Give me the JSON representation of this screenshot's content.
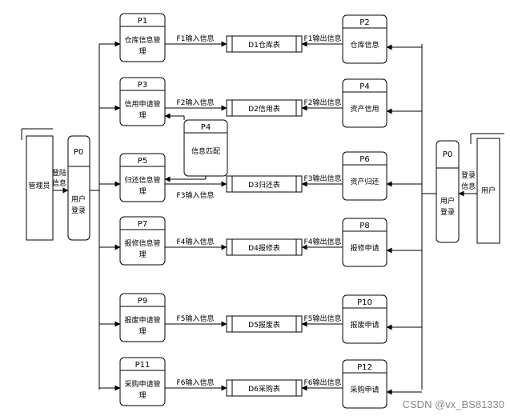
{
  "external_entities": {
    "admin": "管理员",
    "user": "用户"
  },
  "login": {
    "left": {
      "id": "P0",
      "label_lines": [
        "用户",
        "登录"
      ],
      "flow_lines": [
        "登陆",
        "信息"
      ]
    },
    "right": {
      "id": "P0",
      "label_lines": [
        "用户",
        "登录"
      ],
      "flow_lines": [
        "登录",
        "信息"
      ]
    }
  },
  "left_processes": [
    {
      "id": "P1",
      "label_lines": [
        "仓库信息管",
        "理"
      ]
    },
    {
      "id": "P3",
      "label_lines": [
        "信用申请管",
        "理"
      ]
    },
    {
      "id": "P5",
      "label_lines": [
        "归还信息管",
        "理"
      ]
    },
    {
      "id": "P7",
      "label_lines": [
        "报修信息管",
        "理"
      ]
    },
    {
      "id": "P9",
      "label_lines": [
        "报废申请管",
        "理"
      ]
    },
    {
      "id": "P11",
      "label_lines": [
        "采购申请管",
        "理"
      ]
    }
  ],
  "right_processes": [
    {
      "id": "P2",
      "label": "仓库信息"
    },
    {
      "id": "P4",
      "label": "资产信用"
    },
    {
      "id": "P6",
      "label": "资产归还"
    },
    {
      "id": "P8",
      "label": "报修申请"
    },
    {
      "id": "P10",
      "label": "报废申请"
    },
    {
      "id": "P12",
      "label": "采购申请"
    }
  ],
  "middle_process": {
    "id": "P4",
    "label": "信息匹配"
  },
  "data_stores": [
    {
      "id": "D1",
      "label": "D1仓库表"
    },
    {
      "id": "D2",
      "label": "D2信用表"
    },
    {
      "id": "D3",
      "label": "D3归还表"
    },
    {
      "id": "D4",
      "label": "D4报修表"
    },
    {
      "id": "D5",
      "label": "D5报废表"
    },
    {
      "id": "D6",
      "label": "D6采购表"
    }
  ],
  "input_flows": [
    "F1输入信息",
    "F2输入信息",
    "F3输入信息",
    "F4输入信息",
    "F5输入信息",
    "F6输入信息"
  ],
  "output_flows": [
    "F1输出信息",
    "F2输出信息",
    "F3输出信息",
    "F4输出信息",
    "F5输出信息",
    "F6输出信息"
  ],
  "watermark": "CSDN @vx_BS81330"
}
